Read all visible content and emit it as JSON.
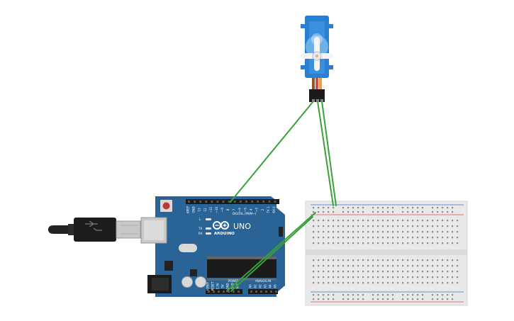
{
  "board": {
    "brand": "ARDUINO",
    "model": "UNO",
    "digital_header_label": "DIGITAL (PWM~)",
    "power_header_label": "POWER",
    "analog_header_label": "ANALOG IN",
    "tx_label": "TX",
    "rx_label": "RX",
    "led_label": "L",
    "digital_pins": [
      "AREF",
      "GND",
      "13",
      "12",
      "~11",
      "~10",
      "~9",
      "8",
      "7",
      "~6",
      "~5",
      "4",
      "~3",
      "2",
      "TX 1",
      "RX 0"
    ],
    "power_pins": [
      "IOREF",
      "RESET",
      "3.3V",
      "5V",
      "GND",
      "GND",
      "VIN"
    ],
    "analog_pins": [
      "A0",
      "A1",
      "A2",
      "A3",
      "A4",
      "A5"
    ]
  },
  "colors": {
    "board_blue": "#2a6496",
    "wire_green": "#3aa03a",
    "servo_blue": "#2a7fd0",
    "rail_red": "#d94a4a",
    "rail_blue": "#3a6fc4",
    "breadboard": "#e9e9e9"
  },
  "icons": [
    "usb-cable-icon",
    "servo-motor-icon",
    "breadboard-icon",
    "arduino-board-icon"
  ]
}
